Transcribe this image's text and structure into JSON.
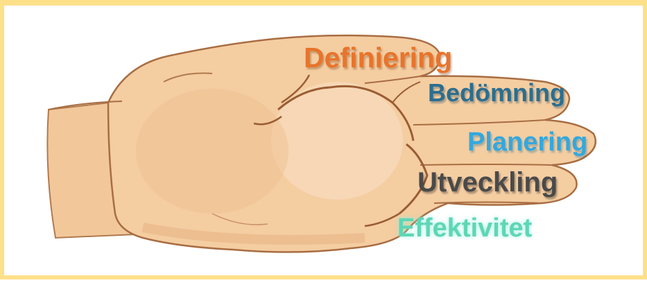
{
  "labels": [
    {
      "text": "Definiering",
      "color": "#e8742c"
    },
    {
      "text": "Bedömning",
      "color": "#2c6e8f"
    },
    {
      "text": "Planering",
      "color": "#33a8de"
    },
    {
      "text": "Utveckling",
      "color": "#4a4a4a"
    },
    {
      "text": "Effektivitet",
      "color": "#5fd6b6"
    }
  ],
  "colors": {
    "frame": "#fde08a",
    "skin": "#f4cda1",
    "skin_shade": "#e9b888",
    "crease": "#9a5d33"
  }
}
